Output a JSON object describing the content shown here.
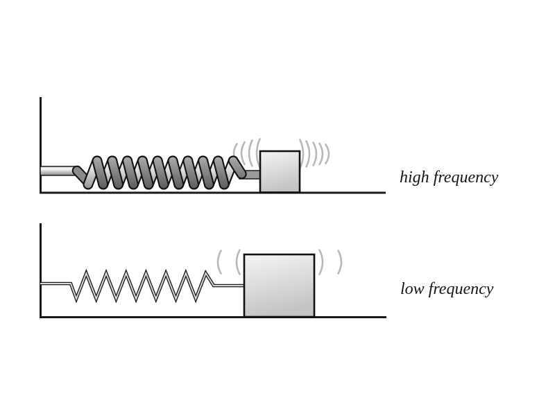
{
  "figure": {
    "background_color": "#ffffff",
    "colors": {
      "outline": "#1a1a1a",
      "vibration_arc": "#b8b8b8",
      "block_light": "#f5f5f5",
      "block_dark": "#c4c4c4",
      "coil_front_gray": "#6a6a6a",
      "coil_highlight": "#ffffff",
      "rod_gray": "#9a9a9a",
      "zigzag_inner": "#dcdcdc",
      "label_color": "#161616"
    },
    "panels": [
      {
        "id": "high-frequency",
        "label": "high frequency",
        "spring_style": "thick-coil",
        "coil_count": 10,
        "block_size": "small",
        "vibration_arcs_left": 4,
        "vibration_arcs_right": 5
      },
      {
        "id": "low-frequency",
        "label": "low frequency",
        "spring_style": "thin-zigzag",
        "coil_count": 7,
        "block_size": "large",
        "vibration_arcs_left": 2,
        "vibration_arcs_right": 2
      }
    ]
  }
}
